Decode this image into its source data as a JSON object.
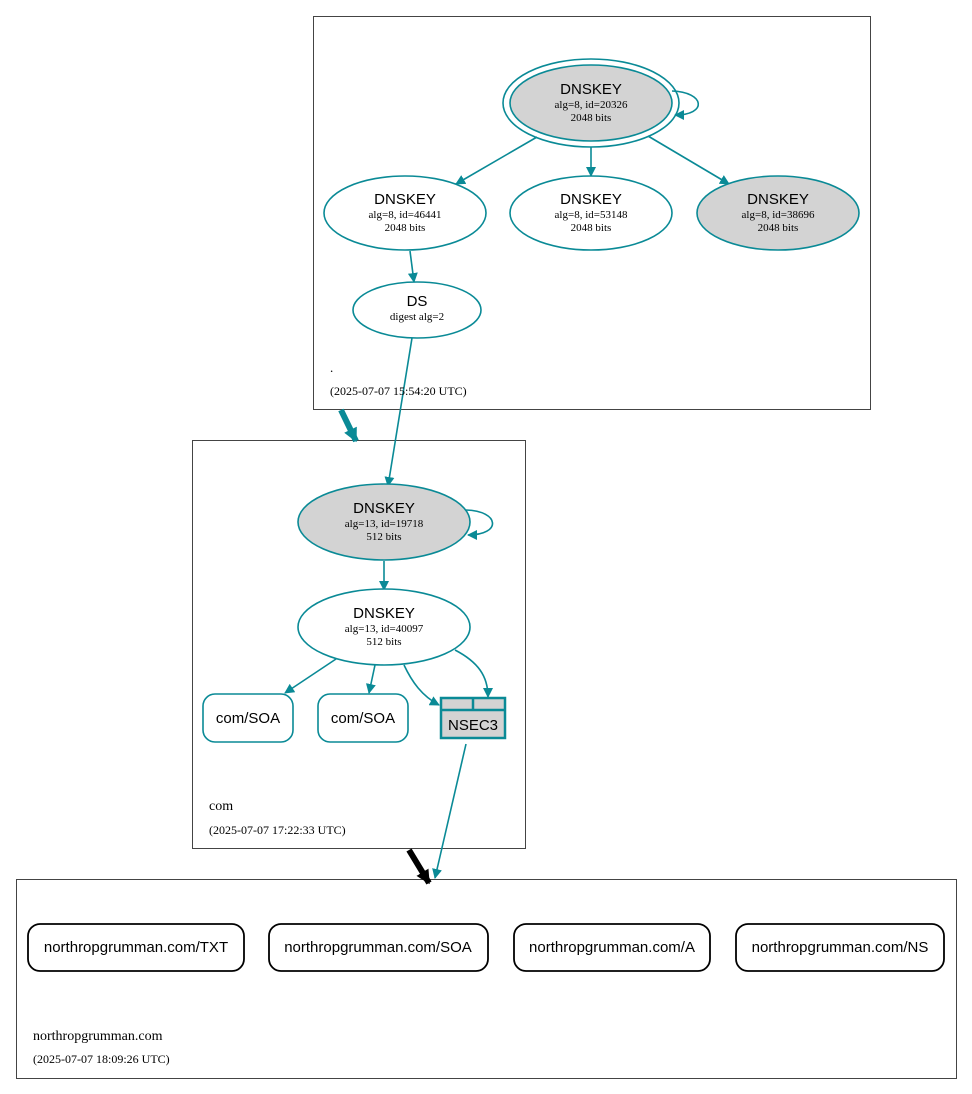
{
  "colors": {
    "edge": "#0a8a96",
    "fill_gray": "#d3d3d3",
    "border": "#000000",
    "zone_border": "#444444"
  },
  "zones": {
    "root": {
      "name": ".",
      "timestamp": "(2025-07-07 15:54:20 UTC)"
    },
    "com": {
      "name": "com",
      "timestamp": "(2025-07-07 17:22:33 UTC)"
    },
    "northrop": {
      "name": "northropgrumman.com",
      "timestamp": "(2025-07-07 18:09:26 UTC)"
    }
  },
  "nodes": {
    "root_ksk": {
      "title": "DNSKEY",
      "line1": "alg=8, id=20326",
      "line2": "2048 bits"
    },
    "root_zsk1": {
      "title": "DNSKEY",
      "line1": "alg=8, id=46441",
      "line2": "2048 bits"
    },
    "root_zsk2": {
      "title": "DNSKEY",
      "line1": "alg=8, id=53148",
      "line2": "2048 bits"
    },
    "root_zsk3": {
      "title": "DNSKEY",
      "line1": "alg=8, id=38696",
      "line2": "2048 bits"
    },
    "root_ds": {
      "title": "DS",
      "line1": "digest alg=2"
    },
    "com_ksk": {
      "title": "DNSKEY",
      "line1": "alg=13, id=19718",
      "line2": "512 bits"
    },
    "com_zsk": {
      "title": "DNSKEY",
      "line1": "alg=13, id=40097",
      "line2": "512 bits"
    },
    "com_soa1": {
      "label": "com/SOA"
    },
    "com_soa2": {
      "label": "com/SOA"
    },
    "com_nsec3": {
      "label": "NSEC3"
    },
    "ng_txt": {
      "label": "northropgrumman.com/TXT"
    },
    "ng_soa": {
      "label": "northropgrumman.com/SOA"
    },
    "ng_a": {
      "label": "northropgrumman.com/A"
    },
    "ng_ns": {
      "label": "northropgrumman.com/NS"
    }
  }
}
